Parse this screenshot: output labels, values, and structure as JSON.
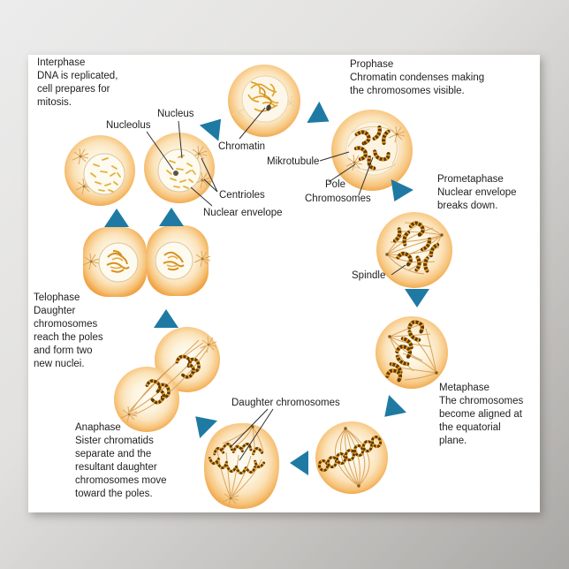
{
  "poster_subject": "Cell cycle of mitosis educational diagram",
  "phases": {
    "interphase": {
      "title": "Interphase",
      "desc": "DNA is replicated,\ncell prepares for\nmitosis."
    },
    "prophase": {
      "title": "Prophase",
      "desc": "Chromatin condenses making\nthe chromosomes visible."
    },
    "prometaphase": {
      "title": "Prometaphase",
      "desc": "Nuclear envelope\nbreaks down."
    },
    "metaphase": {
      "title": "Metaphase",
      "desc": "The chromosomes\nbecome aligned at\nthe equatorial\nplane."
    },
    "anaphase": {
      "title": "Anaphase",
      "desc": "Sister chromatids\nseparate and the\nresultant daughter\nchromosomes move\ntoward the poles."
    },
    "telophase": {
      "title": "Telophase",
      "desc": "Daughter\nchromosomes\nreach the poles\nand form two\nnew nuclei."
    }
  },
  "labels": {
    "nucleus": "Nucleus",
    "nucleolus": "Nucleolus",
    "chromatin": "Chromatin",
    "mikrotubule": "Mikrotubule",
    "pole": "Pole",
    "chromosomes": "Chromosomes",
    "centrioles": "Centrioles",
    "nuclear_envelope": "Nuclear envelope",
    "spindle": "Spindle",
    "daughter_chromosomes": "Daughter chromosomes"
  },
  "colors": {
    "poster": "#ffffff",
    "ink": "#1f1f1f",
    "arrow": "#1e7aa3",
    "cell_edge": "#efa345",
    "chromosome": "#5e3a06",
    "chromosome_stripe": "#ef9f22",
    "chromatin": "#e2b33c",
    "spindle": "#d9a35c"
  }
}
